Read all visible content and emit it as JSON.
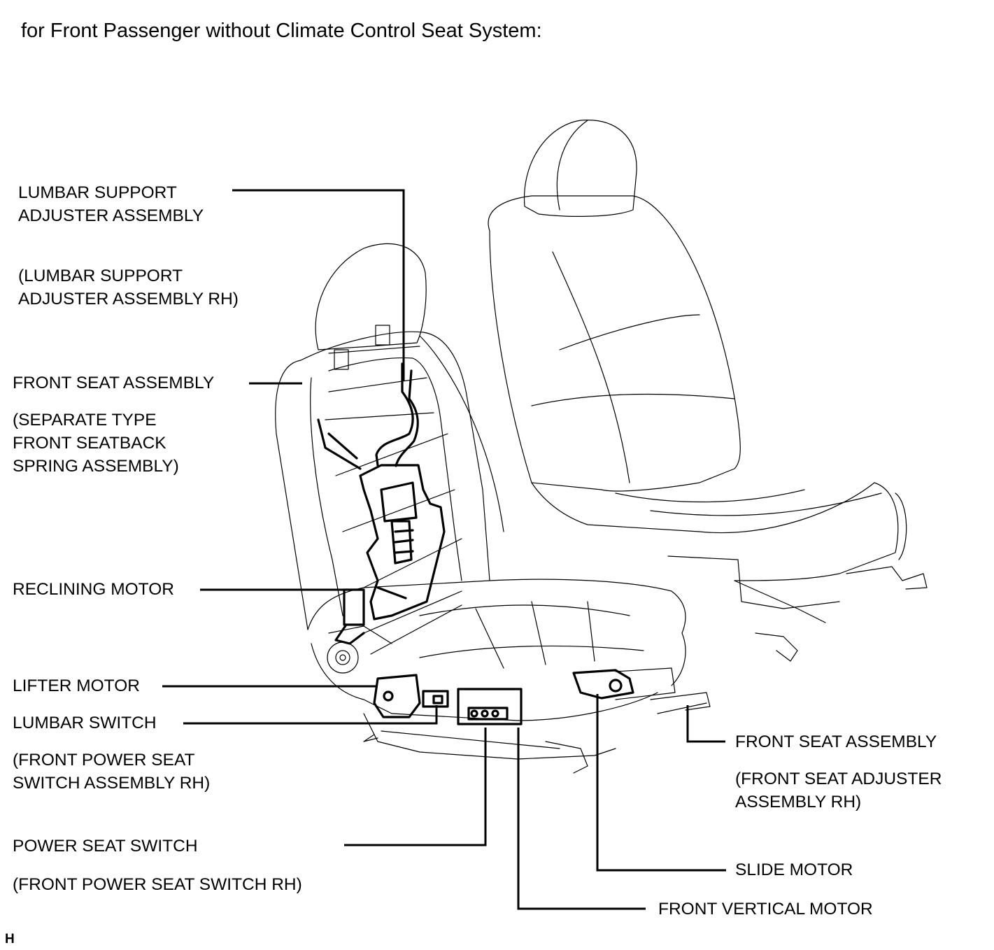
{
  "title": "for Front Passenger without Climate Control Seat System:",
  "labels": {
    "lumbar_support": [
      "LUMBAR SUPPORT",
      "ADJUSTER ASSEMBLY"
    ],
    "lumbar_support_rh": [
      "(LUMBAR SUPPORT",
      "ADJUSTER ASSEMBLY RH)"
    ],
    "front_seat_assembly": "FRONT SEAT ASSEMBLY",
    "separate_type": [
      "(SEPARATE TYPE",
      "FRONT SEATBACK",
      "SPRING ASSEMBLY)"
    ],
    "reclining_motor": "RECLINING MOTOR",
    "lifter_motor": "LIFTER MOTOR",
    "lumbar_switch": "LUMBAR SWITCH",
    "front_power_seat_switch_assembly_rh": [
      "(FRONT POWER SEAT",
      "SWITCH ASSEMBLY RH)"
    ],
    "power_seat_switch": "POWER SEAT SWITCH",
    "front_power_seat_switch_rh": "(FRONT POWER SEAT SWITCH RH)",
    "front_seat_assembly_right": "FRONT SEAT ASSEMBLY",
    "front_seat_adjuster_rh": [
      "(FRONT SEAT ADJUSTER",
      "ASSEMBLY RH)"
    ],
    "slide_motor": "SLIDE MOTOR",
    "front_vertical_motor": "FRONT VERTICAL MOTOR"
  },
  "corner_mark": "H"
}
